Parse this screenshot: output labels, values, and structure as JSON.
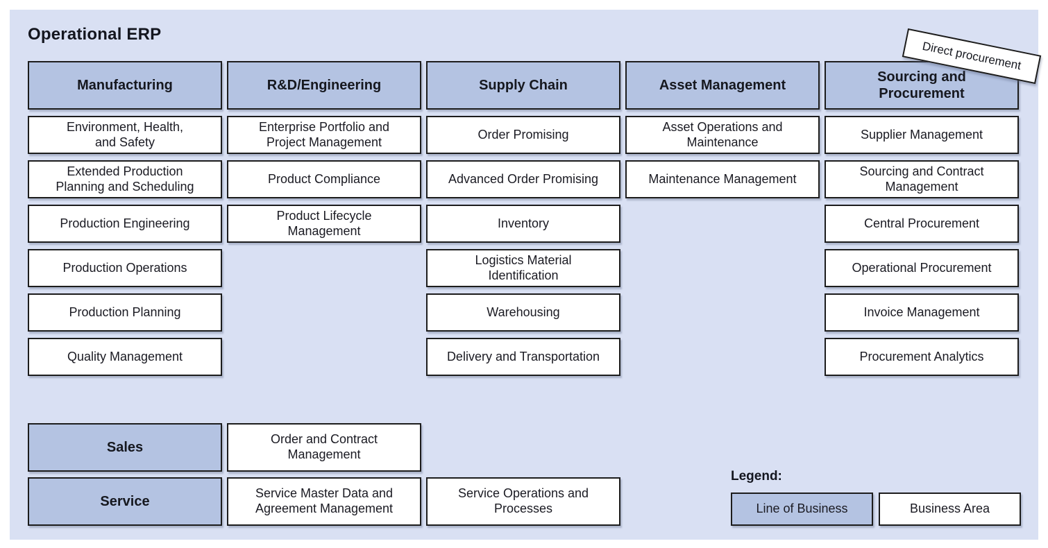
{
  "title": "Operational ERP",
  "annotation": {
    "label": "Direct procurement"
  },
  "colors": {
    "panel_bg": "#d9e0f3",
    "lob_fill": "#b4c3e2",
    "area_fill": "#ffffff",
    "border": "#1c1c1c"
  },
  "columns": [
    {
      "header": "Manufacturing",
      "items": [
        "Environment, Health,\nand Safety",
        "Extended Production\nPlanning and Scheduling",
        "Production Engineering",
        "Production Operations",
        "Production Planning",
        "Quality Management"
      ]
    },
    {
      "header": "R&D/Engineering",
      "items": [
        "Enterprise Portfolio and\nProject Management",
        "Product Compliance",
        "Product Lifecycle\nManagement"
      ]
    },
    {
      "header": "Supply Chain",
      "items": [
        "Order Promising",
        "Advanced Order Promising",
        "Inventory",
        "Logistics Material\nIdentification",
        "Warehousing",
        "Delivery and Transportation"
      ]
    },
    {
      "header": "Asset Management",
      "items": [
        "Asset Operations and\nMaintenance",
        "Maintenance Management"
      ]
    },
    {
      "header": "Sourcing and\nProcurement",
      "items": [
        "Supplier Management",
        "Sourcing and Contract\nManagement",
        "Central Procurement",
        "Operational Procurement",
        "Invoice Management",
        "Procurement Analytics"
      ]
    }
  ],
  "bottom_rows": [
    {
      "header": "Sales",
      "items": [
        "Order and Contract\nManagement"
      ]
    },
    {
      "header": "Service",
      "items": [
        "Service Master Data and\nAgreement Management",
        "Service Operations and\nProcesses"
      ]
    }
  ],
  "legend": {
    "label": "Legend:",
    "lob_label": "Line of Business",
    "area_label": "Business Area"
  }
}
